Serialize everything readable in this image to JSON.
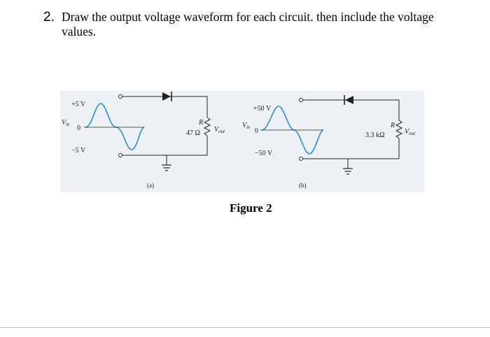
{
  "question": {
    "number": "2.",
    "text": "Draw the output voltage waveform for each circuit. then include the voltage values."
  },
  "figure": {
    "caption": "Figure 2",
    "circuit_a": {
      "label": "(a)",
      "peak_pos": "+5 V",
      "peak_neg": "−5 V",
      "zero": "0",
      "vin": "V",
      "vin_sub": "in",
      "r_name": "R",
      "r_value": "47 Ω",
      "vout": "V",
      "vout_sub": "out"
    },
    "circuit_b": {
      "label": "(b)",
      "peak_pos": "+50 V",
      "peak_neg": "−50 V",
      "zero": "0",
      "vin": "V",
      "vin_sub": "in",
      "r_name": "R",
      "r_value": "3.3 kΩ",
      "vout": "V",
      "vout_sub": "out"
    }
  },
  "colors": {
    "wire": "#222222",
    "waveform": "#2b8bd8",
    "panel": "#eef1f4"
  }
}
